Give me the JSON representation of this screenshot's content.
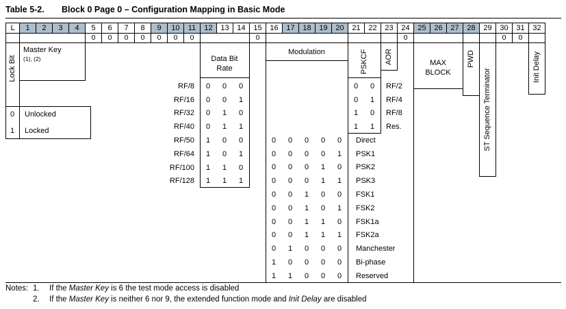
{
  "title": {
    "label": "Table 5-2.",
    "text": "Block 0 Page 0 – Configuration Mapping in Basic Mode"
  },
  "colors": {
    "header_shade": "#adbecb",
    "border": "#000000"
  },
  "header": {
    "lock_col": "L",
    "bit_numbers": [
      "1",
      "2",
      "3",
      "4",
      "5",
      "6",
      "7",
      "8",
      "9",
      "10",
      "11",
      "12",
      "13",
      "14",
      "15",
      "16",
      "17",
      "18",
      "19",
      "20",
      "21",
      "22",
      "23",
      "24",
      "25",
      "26",
      "27",
      "28",
      "29",
      "30",
      "31",
      "32"
    ]
  },
  "fixed_row": [
    {
      "span": 1,
      "value": ""
    },
    {
      "span": 4,
      "value": ""
    },
    {
      "span": 1,
      "value": "0"
    },
    {
      "span": 1,
      "value": "0"
    },
    {
      "span": 1,
      "value": "0"
    },
    {
      "span": 1,
      "value": "0"
    },
    {
      "span": 1,
      "value": "0"
    },
    {
      "span": 1,
      "value": "0"
    },
    {
      "span": 1,
      "value": "0"
    },
    {
      "span": 3,
      "value": ""
    },
    {
      "span": 1,
      "value": "0"
    },
    {
      "span": 5,
      "value": ""
    },
    {
      "span": 2,
      "value": ""
    },
    {
      "span": 1,
      "value": ""
    },
    {
      "span": 1,
      "value": "0"
    },
    {
      "span": 3,
      "value": ""
    },
    {
      "span": 1,
      "value": ""
    },
    {
      "span": 1,
      "value": ""
    },
    {
      "span": 1,
      "value": "0"
    },
    {
      "span": 1,
      "value": "0"
    },
    {
      "span": 1,
      "value": ""
    }
  ],
  "fields": {
    "lock_bit": "Lock Bit",
    "master_key": "Master Key",
    "master_key_note_refs": "(1), (2)",
    "data_bit_rate_1": "Data Bit",
    "data_bit_rate_2": "Rate",
    "modulation": "Modulation",
    "pskcf": "PSKCF",
    "aor": "AOR",
    "max_block_1": "MAX",
    "max_block_2": "BLOCK",
    "pwd": "PWD",
    "st_sequence_terminator": "ST Sequence Terminator",
    "init_delay": "Init Delay"
  },
  "lock_legend": [
    {
      "value": "0",
      "label": "Unlocked"
    },
    {
      "value": "1",
      "label": "Locked"
    }
  ],
  "data_bit_rate_rows": [
    {
      "label": "RF/8",
      "bits": [
        "0",
        "0",
        "0"
      ]
    },
    {
      "label": "RF/16",
      "bits": [
        "0",
        "0",
        "1"
      ]
    },
    {
      "label": "RF/32",
      "bits": [
        "0",
        "1",
        "0"
      ]
    },
    {
      "label": "RF/40",
      "bits": [
        "0",
        "1",
        "1"
      ]
    },
    {
      "label": "RF/50",
      "bits": [
        "1",
        "0",
        "0"
      ]
    },
    {
      "label": "RF/64",
      "bits": [
        "1",
        "0",
        "1"
      ]
    },
    {
      "label": "RF/100",
      "bits": [
        "1",
        "1",
        "0"
      ]
    },
    {
      "label": "RF/128",
      "bits": [
        "1",
        "1",
        "1"
      ]
    }
  ],
  "modulation_rows": [
    {
      "bits": [
        "0",
        "0",
        "0",
        "0",
        "0"
      ],
      "label": "Direct"
    },
    {
      "bits": [
        "0",
        "0",
        "0",
        "0",
        "1"
      ],
      "label": "PSK1"
    },
    {
      "bits": [
        "0",
        "0",
        "0",
        "1",
        "0"
      ],
      "label": "PSK2"
    },
    {
      "bits": [
        "0",
        "0",
        "0",
        "1",
        "1"
      ],
      "label": "PSK3"
    },
    {
      "bits": [
        "0",
        "0",
        "1",
        "0",
        "0"
      ],
      "label": "FSK1"
    },
    {
      "bits": [
        "0",
        "0",
        "1",
        "0",
        "1"
      ],
      "label": "FSK2"
    },
    {
      "bits": [
        "0",
        "0",
        "1",
        "1",
        "0"
      ],
      "label": "FSK1a"
    },
    {
      "bits": [
        "0",
        "0",
        "1",
        "1",
        "1"
      ],
      "label": "FSK2a"
    },
    {
      "bits": [
        "0",
        "1",
        "0",
        "0",
        "0"
      ],
      "label": "Manchester"
    },
    {
      "bits": [
        "1",
        "0",
        "0",
        "0",
        "0"
      ],
      "label": "Bi-phase"
    },
    {
      "bits": [
        "1",
        "1",
        "0",
        "0",
        "0"
      ],
      "label": "Reserved"
    }
  ],
  "pskcf_rows": [
    {
      "bits": [
        "0",
        "0"
      ],
      "label": "RF/2"
    },
    {
      "bits": [
        "0",
        "1"
      ],
      "label": "RF/4"
    },
    {
      "bits": [
        "1",
        "0"
      ],
      "label": "RF/8"
    },
    {
      "bits": [
        "1",
        "1"
      ],
      "label": "Res."
    }
  ],
  "notes": {
    "heading": "Notes:",
    "items": [
      {
        "num": "1.",
        "pre": "If the ",
        "em1": "Master Key",
        "mid": " is 6 the test mode access is disabled",
        "em2": "",
        "post": ""
      },
      {
        "num": "2.",
        "pre": "If the ",
        "em1": "Master Key",
        "mid": " is neither 6 nor 9, the extended function mode and ",
        "em2": "Init Delay",
        "post": " are disabled"
      }
    ]
  }
}
